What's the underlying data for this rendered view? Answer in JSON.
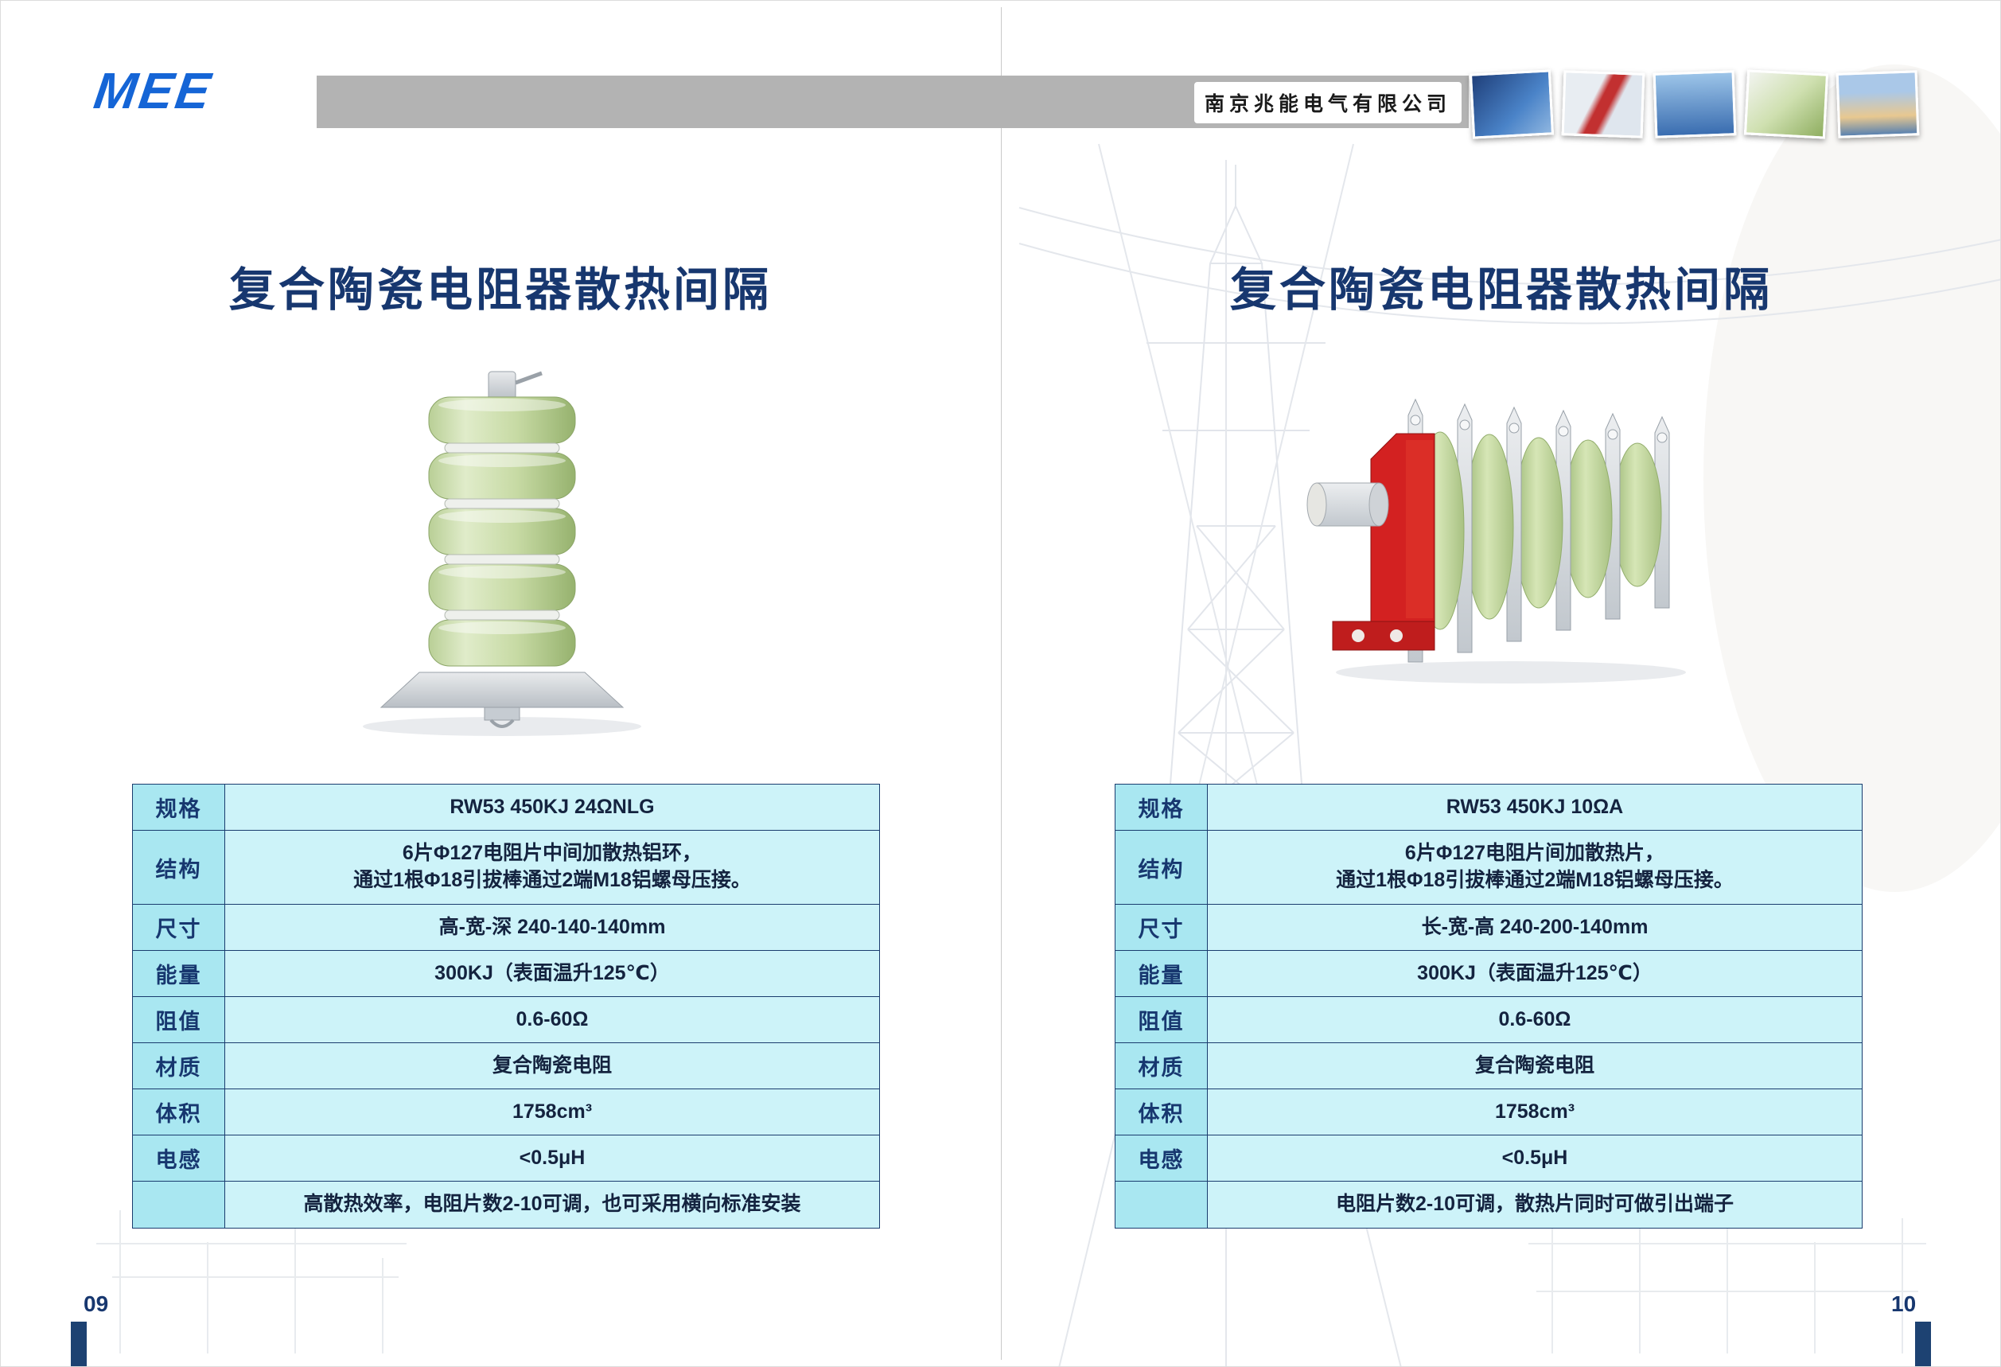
{
  "header": {
    "logo_text": "MEE",
    "company_name": "南京兆能电气有限公司"
  },
  "pages": [
    {
      "page_number": "09",
      "title": "复合陶瓷电阻器散热间隔",
      "table": {
        "rows": [
          {
            "label": "规格",
            "value": "RW53 450KJ 24ΩNLG"
          },
          {
            "label": "结构",
            "value": "6片Φ127电阻片中间加散热铝环，\n通过1根Φ18引拔棒通过2端M18铝螺母压接。"
          },
          {
            "label": "尺寸",
            "value": "高-宽-深 240-140-140mm"
          },
          {
            "label": "能量",
            "value": "300KJ（表面温升125℃）"
          },
          {
            "label": "阻值",
            "value": "0.6-60Ω"
          },
          {
            "label": "材质",
            "value": "复合陶瓷电阻"
          },
          {
            "label": "体积",
            "value": "1758cm³"
          },
          {
            "label": "电感",
            "value": "<0.5μH"
          },
          {
            "label": "",
            "value": "高散热效率，电阻片数2-10可调，也可采用横向标准安装"
          }
        ]
      }
    },
    {
      "page_number": "10",
      "title": "复合陶瓷电阻器散热间隔",
      "table": {
        "rows": [
          {
            "label": "规格",
            "value": "RW53 450KJ 10ΩA"
          },
          {
            "label": "结构",
            "value": "6片Φ127电阻片间加散热片，\n通过1根Φ18引拔棒通过2端M18铝螺母压接。"
          },
          {
            "label": "尺寸",
            "value": "长-宽-高 240-200-140mm"
          },
          {
            "label": "能量",
            "value": "300KJ（表面温升125℃）"
          },
          {
            "label": "阻值",
            "value": "0.6-60Ω"
          },
          {
            "label": "材质",
            "value": "复合陶瓷电阻"
          },
          {
            "label": "体积",
            "value": "1758cm³"
          },
          {
            "label": "电感",
            "value": "<0.5μH"
          },
          {
            "label": "",
            "value": "电阻片数2-10可调，散热片同时可做引出端子"
          }
        ]
      }
    }
  ],
  "colors": {
    "title_navy": "#17376f",
    "logo_blue": "#1565d6",
    "table_label_bg": "#a9e7f1",
    "table_value_bg": "#cdf3f9",
    "table_border": "#1a3c6e",
    "header_bar_gray": "#b3b3b3",
    "accent_navy_bar": "#1d4272"
  }
}
